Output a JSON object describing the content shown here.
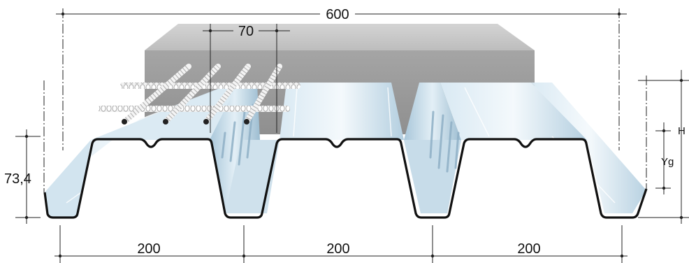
{
  "dimensions": {
    "overall_width": "600",
    "rebar_spacing": "70",
    "rib_height": "73,4",
    "pitch_1": "200",
    "pitch_2": "200",
    "pitch_3": "200",
    "total_height": "H",
    "centroid": "Yg"
  },
  "colors": {
    "concrete_top": "#c9c9c9",
    "concrete_front": "#9a9a9a",
    "steel_light": "#e9f3f9",
    "steel_mid": "#bcd6e6",
    "steel_dark": "#8fb0c6",
    "profile_outline": "#111111",
    "rebar": "#eeeeee"
  }
}
